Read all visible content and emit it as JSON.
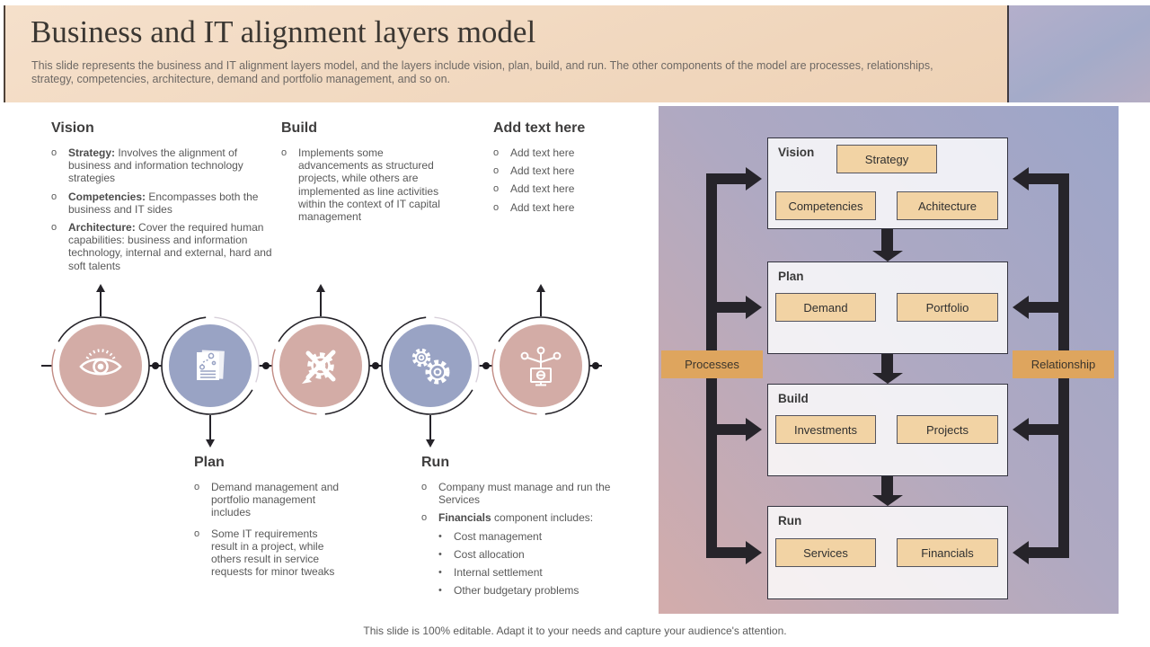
{
  "slide": {
    "title": "Business and IT alignment layers model",
    "subtitle": "This slide represents the business and IT alignment layers model, and the layers include vision, plan, build, and run. The other components of the model are processes, relationships, strategy, competencies, architecture, demand and portfolio management, and so on.",
    "footer": "This slide is 100% editable. Adapt it to your needs and capture your audience's attention."
  },
  "ui": {
    "bullet_marker": "o",
    "sub_marker": "•"
  },
  "sections": {
    "vision": {
      "heading": "Vision",
      "bullets": [
        {
          "lead": "Strategy:",
          "text": " Involves the alignment of business and information technology strategies"
        },
        {
          "lead": "Competencies:",
          "text": " Encompasses both the business and IT sides"
        },
        {
          "lead": "Architecture:",
          "text": " Cover the required human capabilities: business and information technology, internal and external, hard and soft talents"
        }
      ]
    },
    "build": {
      "heading": "Build",
      "bullets": [
        {
          "lead": "",
          "text": "Implements some advancements as structured projects, while others are implemented as line activities within the context of IT capital management"
        }
      ]
    },
    "placeholder": {
      "heading": "Add text here",
      "bullets": [
        "Add text here",
        "Add text here",
        "Add text here",
        "Add text here"
      ]
    },
    "plan": {
      "heading": "Plan",
      "bullets": [
        {
          "lead": "",
          "text": "Demand management and portfolio management includes"
        },
        {
          "lead": "",
          "text": "Some IT requirements result in a project, while others result in service requests for minor tweaks"
        }
      ]
    },
    "run": {
      "heading": "Run",
      "bullets": [
        {
          "lead": "",
          "text": "Company must manage and run the Services"
        },
        {
          "lead": "Financials",
          "text": " component includes:"
        }
      ],
      "sub_bullets": [
        "Cost management",
        "Cost allocation",
        "Internal settlement",
        "Other budgetary problems"
      ]
    }
  },
  "process_flow": {
    "icons": [
      "vision-eye-icon",
      "plan-document-icon",
      "build-gear-pencil-icon",
      "run-gears-icon",
      "network-share-icon"
    ]
  },
  "diagram": {
    "layers": [
      {
        "label": "Vision",
        "top_button": "Strategy",
        "buttons": [
          "Competencies",
          "Achitecture"
        ]
      },
      {
        "label": "Plan",
        "buttons": [
          "Demand",
          "Portfolio"
        ]
      },
      {
        "label": "Build",
        "buttons": [
          "Investments",
          "Projects"
        ]
      },
      {
        "label": "Run",
        "buttons": [
          "Services",
          "Financials"
        ]
      }
    ],
    "left_label": "Processes",
    "right_label": "Relationship"
  },
  "colors": {
    "header_peach": "#f2d9c1",
    "header_purple": "#a9aec9",
    "panel_blue": "#9ca5c9",
    "panel_rose": "#d3acab",
    "circle_rose": "#d3aca6",
    "circle_blue": "#99a3c4",
    "button_peach": "#f2d3a4",
    "label_orange": "#dea55e",
    "arrow_black": "#26242a"
  }
}
